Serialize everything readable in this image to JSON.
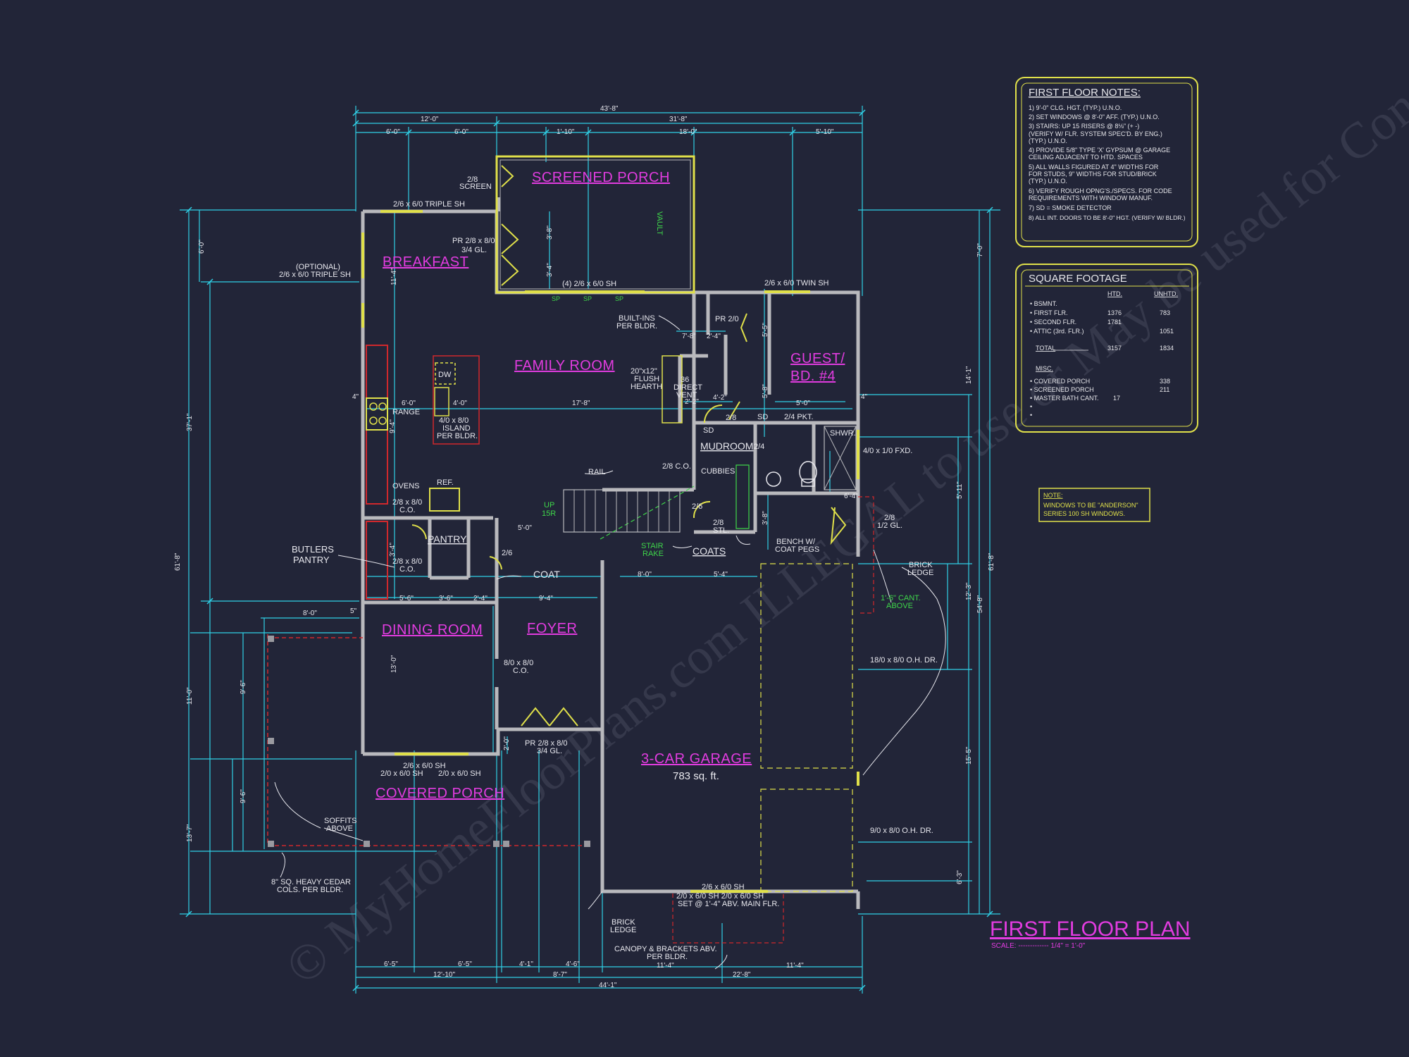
{
  "colors": {
    "background": "#222538",
    "dimension": "#2fd0e6",
    "wall": "#b9b9bd",
    "room_label": "#e23ce0",
    "note_border": "#e0e04a",
    "door": "#e0e04a",
    "cabinet": "#d0282c",
    "green": "#3fd64a"
  },
  "watermark": "© MyHomeFloorPlans.com ILLEGAL to use or May be used for Construction or Estimations",
  "plan": {
    "title": "FIRST FLOOR PLAN",
    "scale": "SCALE: ------------- 1/4\" = 1'-0\""
  },
  "rooms": {
    "screened_porch": "SCREENED PORCH",
    "breakfast": "BREAKFAST",
    "family_room": "FAMILY ROOM",
    "guest": "GUEST/",
    "guest_bd": "BD. #4",
    "mudroom": "MUDROOM",
    "pantry": "PANTRY",
    "dining_room": "DINING ROOM",
    "foyer": "FOYER",
    "covered_porch": "COVERED PORCH",
    "garage": "3-CAR GARAGE",
    "garage_area": "783 sq. ft."
  },
  "labels": {
    "screen_door": [
      "2/8",
      "SCREEN"
    ],
    "triple_sh_top": "2/6 x 6/0 TRIPLE SH",
    "optional_window": [
      "(OPTIONAL)",
      "2/6 x 6/0 TRIPLE SH"
    ],
    "pr_door_back": [
      "PR 2/8 x 8/0",
      "3/4 GL."
    ],
    "vault": "VAULT",
    "porch_window": "(4) 2/6 x 6/0 SH",
    "twin_sh": "2/6 x 6/0 TWIN SH",
    "built_ins": [
      "BUILT-INS",
      "PER BLDR."
    ],
    "pr_closet": "PR 2/0",
    "dw": "DW",
    "hearth": [
      "20\"x12\"",
      "FLUSH",
      "HEARTH"
    ],
    "vent": [
      "36",
      "DIRECT",
      "VENT"
    ],
    "range": "RANGE",
    "island": [
      "4/0 x 8/0",
      "ISLAND",
      "PER BLDR."
    ],
    "d28": "2/8",
    "sd1": "SD",
    "sd2": "SD",
    "pkt": "2/4 PKT.",
    "shwr": "SHWR.",
    "fxd": "4/0 x 1/0 FXD.",
    "d24": "2/4",
    "rail": "RAIL",
    "co28": "2/8 C.O.",
    "cubbies": "CUBBIES",
    "ovens": "OVENS",
    "ref": "REF.",
    "co28_kitchen": [
      "2/8 x 8/0",
      "C.O."
    ],
    "up15r": [
      "UP",
      "15R"
    ],
    "d26": "2/6",
    "d28stl": [
      "2/8",
      "STL."
    ],
    "half_gl": [
      "2/8",
      "1/2 GL."
    ],
    "butlers": [
      "BUTLERS",
      "PANTRY"
    ],
    "co28_butler": [
      "2/8 x 8/0",
      "C.O."
    ],
    "d26b": "2/6",
    "coat": "COAT",
    "stair_rake": [
      "STAIR",
      "RAKE"
    ],
    "coats": "COATS",
    "bench": [
      "BENCH W/",
      "COAT PEGS"
    ],
    "brick_ledge_r": [
      "BRICK",
      "LEDGE"
    ],
    "cant": [
      "1'-6\" CANT.",
      "ABOVE"
    ],
    "co80": [
      "8/0 x 8/0",
      "C.O."
    ],
    "ohdr1": "18/0 x 8/0 O.H. DR.",
    "ohdr2": "9/0 x 8/0 O.H. DR.",
    "pr_door_front": [
      "PR 2/8 x 8/0",
      "3/4 GL."
    ],
    "win_front1": "2/6 x 6/0 SH",
    "win_front2": "2/0 x 6/0 SH",
    "win_front3": "2/0 x 6/0 SH",
    "soffits": [
      "SOFFITS",
      "ABOVE"
    ],
    "cedar": [
      "8\" SQ. HEAVY CEDAR",
      "COLS. PER BLDR."
    ],
    "garage_win1": "2/6 x 6/0 SH",
    "garage_win2": "2/0 x 6/0 SH    2/0 x 6/0 SH",
    "garage_win3": "SET @ 1'-4\" ABV. MAIN FLR.",
    "brick_ledge_b": [
      "BRICK",
      "LEDGE"
    ],
    "canopy": [
      "CANOPY & BRACKETS ABV.",
      "PER BLDR."
    ],
    "sp": "SP"
  },
  "dims": {
    "top_total": "43'-8\"",
    "top_a": "12'-0\"",
    "top_b": "31'-8\"",
    "top_c1": "6'-0\"",
    "top_c2": "6'-0\"",
    "top_c3": "1'-10\"",
    "top_c4": "18'-0\"",
    "top_c5": "5'-10\"",
    "left_a": "6'-0\"",
    "left_total": "61'-8\"",
    "left_b": "37'-1\"",
    "left_c": "11'-0\"",
    "left_d": "13'-7\"",
    "right_a": "7'-0\"",
    "right_b": "14'-1\"",
    "right_c": "61'-8\"",
    "right_d": "5'-11\"",
    "right_e": "12'-3\"",
    "right_f": "54'-8\"",
    "right_g": "15'-5\"",
    "right_h": "6'-3\"",
    "porch_depth1": "3'-8\"",
    "porch_depth2": "3'-4\"",
    "bk_depth": "11'-4\"",
    "kitchen_w1": "6'-0\"",
    "kitchen_w2": "4'-0\"",
    "fr_w": "17'-8\"",
    "guest_w": "5'-0\"",
    "d_7_8": "7'-8\"",
    "d_2_4": "2'-4\"",
    "d_5_5": "5'-5\"",
    "d_5_8": "5'-8\"",
    "d_4_2": "4'-2\"",
    "d_2_2": "2'-2\"",
    "d_4in": "4\"",
    "d_4in_b": "4\"",
    "d_9_4": "9'-4\"",
    "d_5_0": "5'-0\"",
    "d_5_6": "5'-6\"",
    "d_3_6": "3'-6\"",
    "d_2_4b": "2'-4\"",
    "d_9_4b": "9'-4\"",
    "d_8_0": "8'-0\"",
    "d_5_4": "5'-4\"",
    "d_3_8": "3'-8\"",
    "d_6_4": "6'-4\"",
    "d_3_4": "3'-4\"",
    "porch_w": "8'-0\"",
    "porch_5in": "5\"",
    "d_9_6": "9'-6\"",
    "d_9_6b": "9'-6\"",
    "dr_13_0": "13'-0\"",
    "d_2_0": "2'-0\"",
    "bot_a1": "6'-5\"",
    "bot_a2": "6'-5\"",
    "bot_a3": "4'-1\"",
    "bot_a4": "4'-6\"",
    "bot_b1": "12'-10\"",
    "bot_b2": "8'-7\"",
    "bot_b3": "11'-4\"",
    "bot_b4": "22'-8\"",
    "bot_b5": "11'-4\"",
    "bot_total": "44'-1\""
  },
  "notes": {
    "title": "FIRST FLOOR NOTES:",
    "lines": [
      "1) 9'-0\" CLG. HGT. (TYP.) U.N.O.",
      "2) SET WINDOWS @ 8'-0\" AFF. (TYP.) U.N.O.",
      "3) STAIRS: UP 15 RISERS @ 8⅛\" (+ -)",
      "    (VERIFY W/ FLR. SYSTEM SPEC'D. BY ENG.)",
      "    (TYP.) U.N.O.",
      "4) PROVIDE 5/8\" TYPE 'X' GYPSUM @ GARAGE",
      "    CEILING ADJACENT TO HTD. SPACES",
      "5) ALL WALLS FIGURED AT 4\" WIDTHS FOR",
      "    FOR STUDS, 9\" WIDTHS FOR STUD/BRICK",
      "    (TYP.) U.N.O.",
      "6) VERIFY ROUGH OPNG'S./SPECS. FOR CODE",
      "    REQUIREMENTS WITH WINDOW MANUF.",
      "7) SD = SMOKE DETECTOR",
      "8) ALL INT. DOORS TO BE 8'-0\" HGT. (VERIFY W/ BLDR.)"
    ]
  },
  "sqft": {
    "title": "SQUARE FOOTAGE",
    "col_htd": "HTD.",
    "col_unhtd": "UNHTD.",
    "rows": [
      {
        "label": "• BSMNT.",
        "htd": "",
        "unhtd": ""
      },
      {
        "label": "• FIRST FLR.",
        "htd": "1376",
        "unhtd": "783"
      },
      {
        "label": "• SECOND FLR.",
        "htd": "1781",
        "unhtd": ""
      },
      {
        "label": "• ATTIC (3rd. FLR.)",
        "htd": "",
        "unhtd": "1051"
      }
    ],
    "total_label": "TOTAL",
    "total_htd": "3157",
    "total_unhtd": "1834",
    "misc_label": "MISC.",
    "misc_rows": [
      {
        "label": "• COVERED PORCH",
        "htd": "",
        "unhtd": "338"
      },
      {
        "label": "• SCREENED PORCH",
        "htd": "",
        "unhtd": "211"
      },
      {
        "label": "• MASTER BATH CANT.",
        "htd": "17",
        "unhtd": ""
      },
      {
        "label": "•",
        "htd": "",
        "unhtd": ""
      },
      {
        "label": "•",
        "htd": "",
        "unhtd": ""
      }
    ]
  },
  "window_note": {
    "title": "NOTE:",
    "lines": [
      "WINDOWS TO BE \"ANDERSON\"",
      "SERIES 100 SH WINDOWS."
    ]
  }
}
